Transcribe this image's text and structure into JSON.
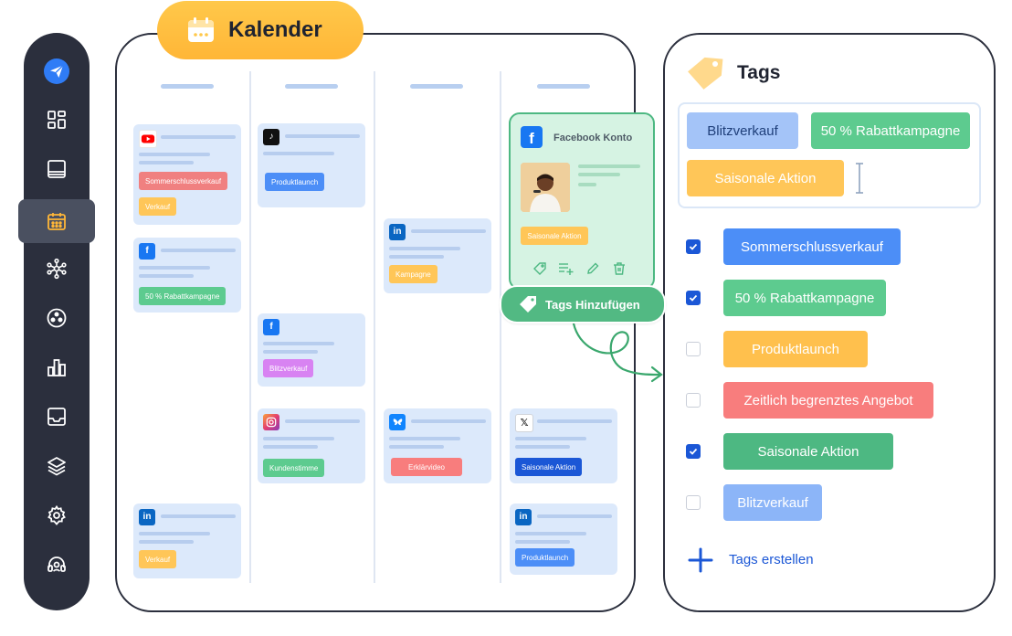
{
  "calendar": {
    "title": "Kalender",
    "cards": {
      "c1_youtube": {
        "network": "YouTube",
        "chips": [
          "Sommerschlussverkauf",
          "Verkauf"
        ]
      },
      "c2_facebook": {
        "network": "Facebook",
        "chips": [
          "50 % Rabattkampagne"
        ]
      },
      "c3_linkedin": {
        "network": "LinkedIn",
        "chips": [
          "Verkauf"
        ]
      },
      "c4_tiktok": {
        "network": "TikTok",
        "chips": [
          "Produktlaunch"
        ]
      },
      "c5_facebook": {
        "network": "Facebook",
        "chips": [
          "Blitzverkauf"
        ]
      },
      "c6_instagram": {
        "network": "Instagram",
        "chips": [
          "Kundenstimme"
        ]
      },
      "c7_linkedin": {
        "network": "LinkedIn",
        "chips": [
          "Kampagne"
        ]
      },
      "c8_bluesky": {
        "network": "Bluesky",
        "chips": [
          "Erklärvideo"
        ]
      },
      "c9_x": {
        "network": "X",
        "chips": [
          "Saisonale Aktion"
        ]
      },
      "c10_linkedin": {
        "network": "LinkedIn",
        "chips": [
          "Produktlaunch"
        ]
      }
    },
    "highlight_card": {
      "account": "Facebook Konto",
      "chip": "Saisonale Aktion"
    },
    "add_tags_button": "Tags Hinzufügen"
  },
  "tags_panel": {
    "title": "Tags",
    "selected_tags": [
      "Blitzverkauf",
      "50 % Rabattkampagne",
      "Saisonale Aktion"
    ],
    "list": [
      {
        "label": "Sommerschlussverkauf",
        "checked": true,
        "color": "#4c8ef7"
      },
      {
        "label": "50 % Rabattkampagne",
        "checked": true,
        "color": "#5dcb8f"
      },
      {
        "label": "Produktlaunch",
        "checked": false,
        "color": "#ffc04d"
      },
      {
        "label": "Zeitlich begrenztes Angebot",
        "checked": false,
        "color": "#f87d7d"
      },
      {
        "label": "Saisonale Aktion",
        "checked": true,
        "color": "#4db882"
      },
      {
        "label": "Blitzverkauf",
        "checked": false,
        "color": "#8cb5f8"
      }
    ],
    "create_label": "Tags erstellen"
  },
  "colors": {
    "sidebar": "#2b2f3d",
    "accent_yellow": "#ffb637",
    "accent_green": "#52b983",
    "link_blue": "#1b57d6"
  }
}
